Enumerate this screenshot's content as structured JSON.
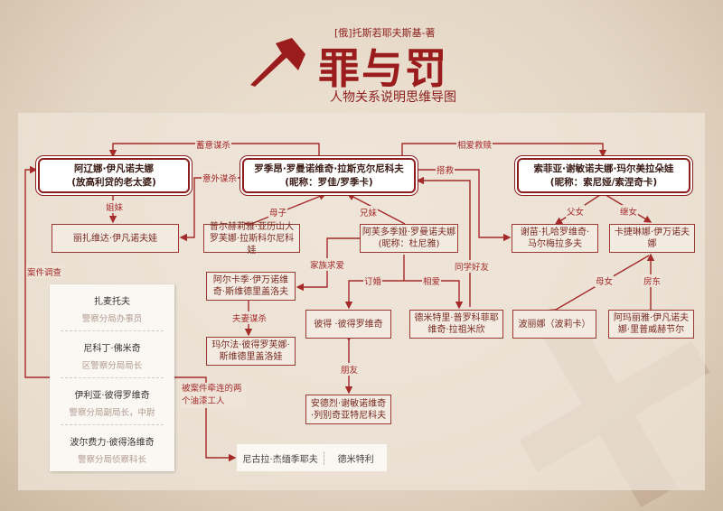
{
  "header": {
    "author": "[俄]托斯若耶夫斯基-著",
    "title": "罪与罚",
    "subtitle": "人物关系说明思维导图",
    "icon": "axe-icon"
  },
  "colors": {
    "accent": "#8d1e1e",
    "line": "#a52a2a"
  },
  "nodes": {
    "alyona": [
      "阿辽娜·伊凡诺夫娜",
      "(放高利贷的老太婆)"
    ],
    "rodion": [
      "罗季昂·罗曼诺维奇·拉斯克尔尼科夫",
      "(昵称：罗佳/罗季卡)"
    ],
    "sonya": [
      "索菲亚·谢敏诺夫娜·玛尔美拉朵娃",
      "(昵称：索尼娅/索涅奇卡)"
    ],
    "lizaveta": "丽扎维达·伊凡诺夫娃",
    "pulcheria": "普尔赫莉雅·亚历山大罗芙娜·拉斯科尔尼科娃",
    "dunya": [
      "阿芙多季娅·罗曼诺夫娜",
      "(昵称：杜尼雅)"
    ],
    "marmeladov": "谢苗·扎哈罗维奇·马尔梅拉多夫",
    "katerina": "卡捷琳娜·伊万诺夫娜",
    "svidrigailov": "阿尔卡季·伊万诺维奇·斯维德里盖洛夫",
    "marfa": "玛尔法·彼得罗芙娜·斯维德里盖洛娃",
    "luzhin": "彼得 ·彼得罗维奇",
    "razumikhin": "德米特里·普罗科菲耶维奇·拉祖米欣",
    "lebezyatnikov": "安德烈·谢敏诺维奇·列别奇亚特尼科夫",
    "polina": "波丽娜（波莉卡）",
    "amalia": "阿玛丽雅·伊凡诺夫娜·里普威赫节尔"
  },
  "relations": {
    "premeditated": "蓄意谋杀",
    "accidental": "意外谋杀",
    "sisters": "姐妹",
    "mother_son": "母子",
    "siblings": "兄妹",
    "love_redemption": "相爱救赎",
    "rescue": "搭救",
    "father_daughter": "父女",
    "stepdaughter": "继女",
    "family_courtship": "家族求爱",
    "engaged": "订婚",
    "in_love": "相爱",
    "classmates": "同学好友",
    "spouse_murder": "夫妻谋杀",
    "friends": "朋友",
    "mother_daughter": "母女",
    "landlady": "房东",
    "investigation": "案件调查",
    "painters": "被案件牵连的两个油漆工人"
  },
  "police": [
    {
      "name": "扎麦托夫",
      "role": "警察分局办事员"
    },
    {
      "name": "尼科丁·佛米奇",
      "role": "区警察分局局长"
    },
    {
      "name": "伊利亚·彼得罗维奇",
      "role": "警察分局副局长，中尉"
    },
    {
      "name": "波尔费力·彼得洛维奇",
      "role": "警察分局侦察科长"
    }
  ],
  "workers": [
    "尼古拉·杰缅季耶夫",
    "德米特利"
  ]
}
